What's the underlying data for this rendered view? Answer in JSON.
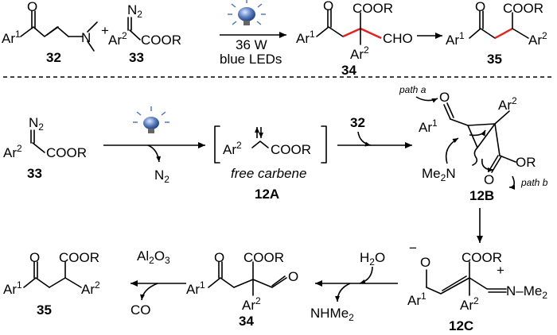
{
  "top": {
    "c32_ar": "Ar",
    "c32_ar_sup": "1",
    "c32_n": "N",
    "plus": "+",
    "c33_n2": "N",
    "c33_n2_sub": "2",
    "c33_ar": "Ar",
    "c33_ar_sup": "2",
    "c33_coor": "COOR",
    "cond_power": "36 W",
    "cond_light": "blue LEDs",
    "c34_ar1": "Ar",
    "c34_ar1_sup": "1",
    "c34_coor": "COOR",
    "c34_cho": "CHO",
    "c34_ar2": "Ar",
    "c34_ar2_sup": "2",
    "c35_ar1": "Ar",
    "c35_ar1_sup": "1",
    "c35_coor": "COOR",
    "c35_ar2": "Ar",
    "c35_ar2_sup": "2",
    "lbl32": "32",
    "lbl33": "33",
    "lbl34": "34",
    "lbl35": "35"
  },
  "middle": {
    "c33_n2": "N",
    "c33_n2_sub": "2",
    "c33_ar": "Ar",
    "c33_ar_sup": "2",
    "c33_coor": "COOR",
    "lbl33": "33",
    "release_n2": "N",
    "release_n2_sub": "2",
    "c12a_ar": "Ar",
    "c12a_ar_sup": "2",
    "c12a_coor": "COOR",
    "free_carbene": "free carbene",
    "lbl12a": "12A",
    "reagent32": "32",
    "path_a": "path a",
    "path_b": "path b",
    "c12b_ar1": "Ar",
    "c12b_ar1_sup": "1",
    "c12b_ar2": "Ar",
    "c12b_ar2_sup": "2",
    "c12b_o": "O",
    "c12b_or": "OR",
    "c12b_me2n": "Me",
    "c12b_me2n_sub": "2",
    "c12b_n": "N",
    "lbl12b": "12B"
  },
  "bottom": {
    "c35_ar1": "Ar",
    "c35_ar1_sup": "1",
    "c35_coor": "COOR",
    "c35_ar2": "Ar",
    "c35_ar2_sup": "2",
    "lbl35": "35",
    "al2o3": "Al",
    "al2o3_sub1": "2",
    "al2o3_o": "O",
    "al2o3_sub2": "3",
    "co": "CO",
    "c34_ar1": "Ar",
    "c34_ar1_sup": "1",
    "c34_coor": "COOR",
    "c34_ar2": "Ar",
    "c34_ar2_sup": "2",
    "c34_o": "O",
    "lbl34": "34",
    "h2o": "H",
    "h2o_sub": "2",
    "h2o_o": "O",
    "nhme2": "NHMe",
    "nhme2_sub": "2",
    "c12c_minus": "−",
    "c12c_o": "O",
    "c12c_coor": "COOR",
    "c12c_plus": "+",
    "c12c_n": "N",
    "c12c_me2": "Me",
    "c12c_me2_sub": "2",
    "c12c_ar1": "Ar",
    "c12c_ar1_sup": "1",
    "c12c_ar2": "Ar",
    "c12c_ar2_sup": "2",
    "lbl12c": "12C"
  },
  "colors": {
    "highlight_bond": "#e8201f",
    "lamp_bulb": "#5a7fc2",
    "lamp_rays": "#4a6fb5"
  }
}
